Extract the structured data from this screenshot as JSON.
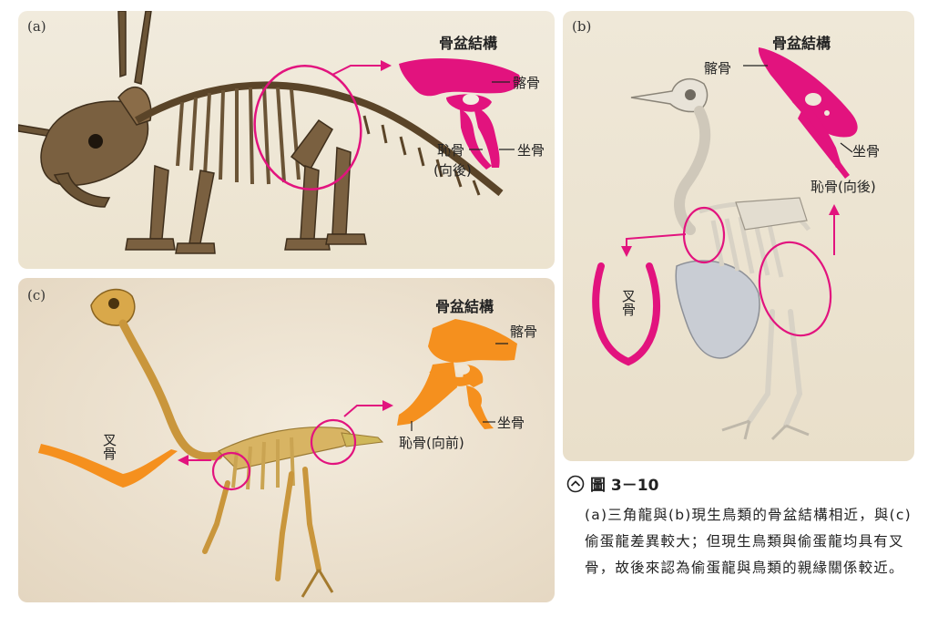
{
  "panel_a": {
    "label": "(a)",
    "title": "骨盆結構",
    "ilium": "髂骨",
    "pubis": "恥骨",
    "pubis_note": "(向後)",
    "ischium": "坐骨"
  },
  "panel_b": {
    "label": "(b)",
    "title": "骨盆結構",
    "ilium": "髂骨",
    "ischium": "坐骨",
    "pubis": "恥骨(向後)",
    "furcula": "叉骨"
  },
  "panel_c": {
    "label": "(c)",
    "title": "骨盆結構",
    "ilium": "髂骨",
    "ischium": "坐骨",
    "pubis": "恥骨(向前)",
    "furcula": "叉骨"
  },
  "figure": {
    "title": "圖 3－10",
    "caption": "(a)三角龍與(b)現生鳥類的骨盆結構相近，與(c)偷蛋龍差異較大；但現生鳥類與偷蛋龍均具有叉骨，故後來認為偷蛋龍與鳥類的親緣關係較近。"
  },
  "colors": {
    "magenta": "#e2137e",
    "orange": "#f5901e",
    "accent": "#e2137e"
  }
}
